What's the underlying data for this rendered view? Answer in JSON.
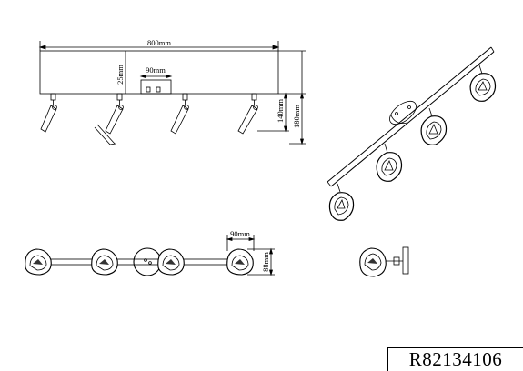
{
  "drawing": {
    "product_code": "R82134106",
    "dimensions": {
      "total_length": "800mm",
      "base_width": "90mm",
      "rail_height": "25mm",
      "spot_height": "140mm",
      "total_height": "180mm",
      "spot_diameter": "90mm",
      "spot_depth": "88mm"
    }
  }
}
